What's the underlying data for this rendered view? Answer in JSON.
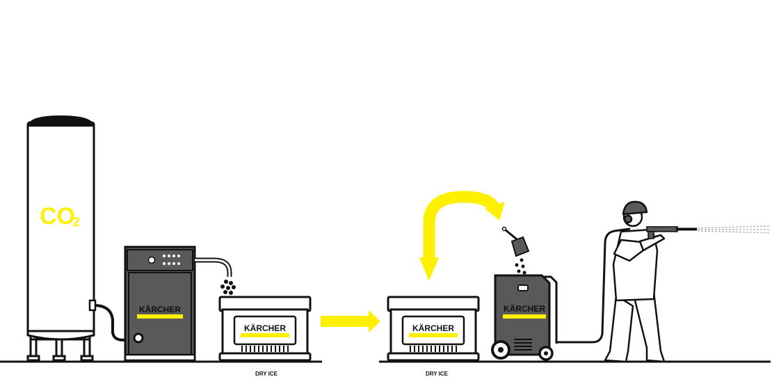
{
  "tank": {
    "label_main": "CO",
    "label_sub": "2"
  },
  "brand": "KÄRCHER",
  "captions": {
    "dry_ice_left": "DRY ICE",
    "dry_ice_right": "DRY ICE"
  },
  "colors": {
    "accent": "#ffef00",
    "machine": "#595959",
    "machine_dark": "#3a3a3a",
    "outline": "#111111",
    "paper": "#ffffff"
  }
}
